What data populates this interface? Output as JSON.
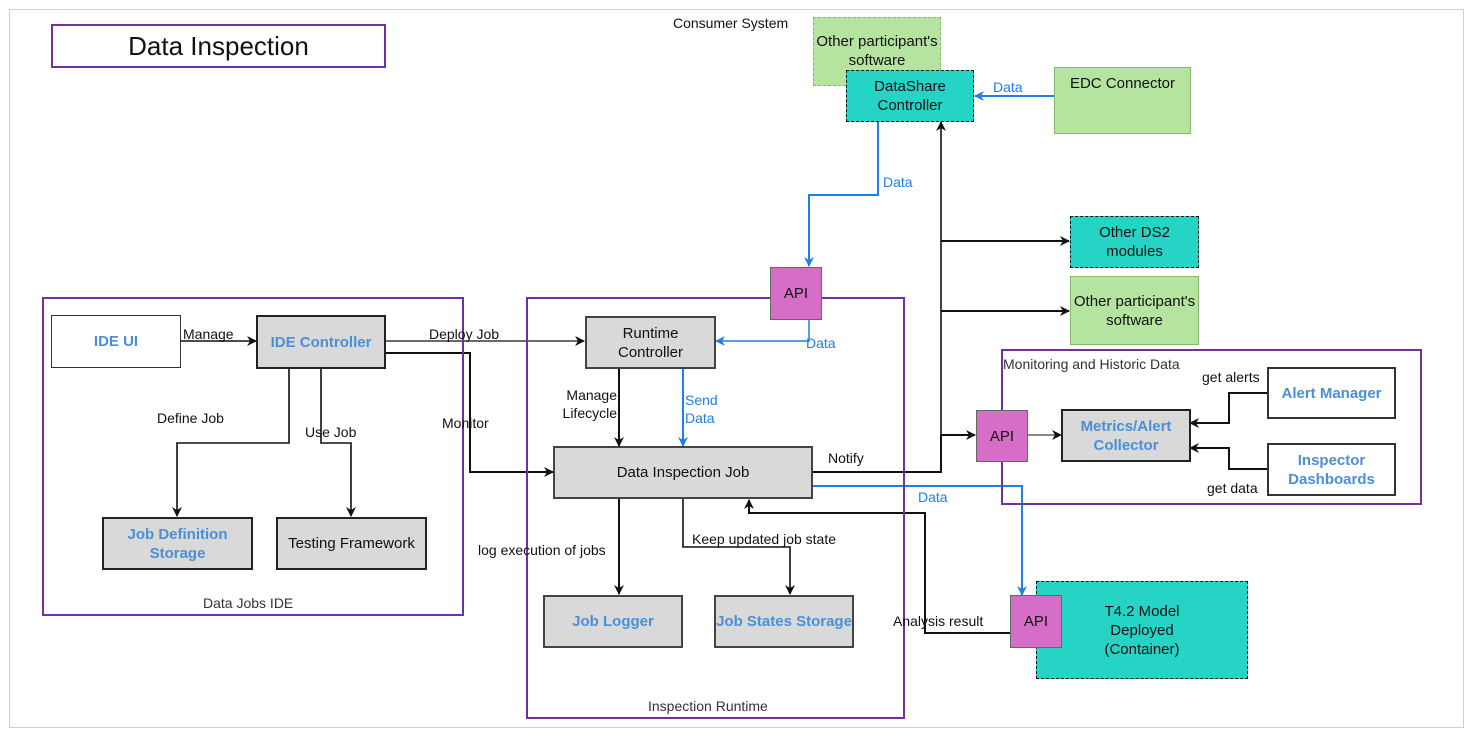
{
  "title": "Data Inspection",
  "colors": {
    "group_border": "#7030a0",
    "teal": "#26d4c6",
    "green": "#b5e4a0",
    "api": "#d66ec8",
    "gray_box": "#d9d9d9",
    "blue_text": "#4a8fd8",
    "blue_flow": "#1e7fe8"
  },
  "consumer_system": {
    "label": "Consumer System",
    "other_software": "Other participant's software",
    "datashare_controller": "DataShare Controller",
    "edc_connector": "EDC Connector"
  },
  "right_targets": {
    "other_ds2": "Other DS2 modules",
    "other_software": "Other participant's software"
  },
  "data_jobs_ide": {
    "label": "Data Jobs IDE",
    "ide_ui": "IDE UI",
    "ide_controller": "IDE Controller",
    "job_definition_storage": "Job Definition Storage",
    "testing_framework": "Testing Framework"
  },
  "inspection_runtime": {
    "label": "Inspection Runtime",
    "runtime_controller": "Runtime Controller",
    "data_inspection_job": "Data Inspection Job",
    "job_logger": "Job Logger",
    "job_states_storage": "Job States Storage"
  },
  "monitoring": {
    "label": "Monitoring and Historic Data",
    "metrics_collector": "Metrics/Alert Collector",
    "alert_manager": "Alert Manager",
    "inspector_dashboards": "Inspector Dashboards"
  },
  "model": {
    "label": "T4.2 Model Deployed (Container)"
  },
  "api_label": "API",
  "edges": {
    "manage": "Manage",
    "deploy_job": "Deploy Job",
    "monitor": "Monitor",
    "define_job": "Define Job",
    "use_job": "Use Job",
    "manage_lifecycle": "Manage Lifecycle",
    "send_data": "Send Data",
    "notify": "Notify",
    "data": "Data",
    "log_execution": "log execution of jobs",
    "keep_state": "Keep updated job state",
    "analysis_result": "Analysis result",
    "get_alerts": "get alerts",
    "get_data": "get data"
  }
}
